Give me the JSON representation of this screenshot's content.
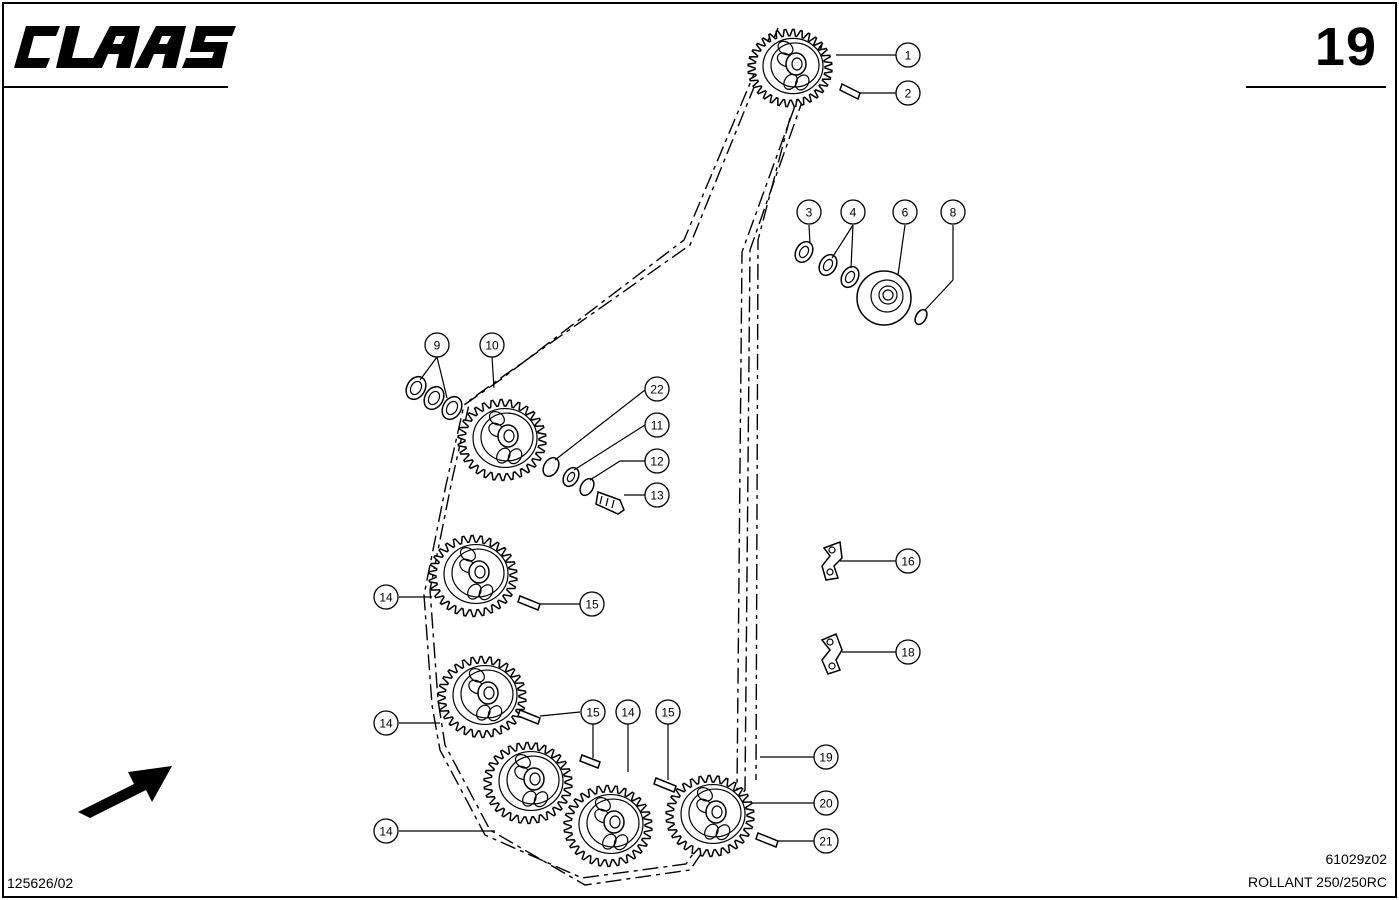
{
  "header": {
    "brand_logo_text": "CLAAS",
    "page_number": "19"
  },
  "footer": {
    "left_code": "125626/02",
    "right_code": "61029z02",
    "model": "ROLLANT 250/250RC"
  },
  "callouts": [
    {
      "id": "c1",
      "label": "1"
    },
    {
      "id": "c2",
      "label": "2"
    },
    {
      "id": "c3",
      "label": "3"
    },
    {
      "id": "c4",
      "label": "4"
    },
    {
      "id": "c6",
      "label": "6"
    },
    {
      "id": "c8",
      "label": "8"
    },
    {
      "id": "c9",
      "label": "9"
    },
    {
      "id": "c10",
      "label": "10"
    },
    {
      "id": "c22",
      "label": "22"
    },
    {
      "id": "c11",
      "label": "11"
    },
    {
      "id": "c12",
      "label": "12"
    },
    {
      "id": "c13",
      "label": "13"
    },
    {
      "id": "c14a",
      "label": "14"
    },
    {
      "id": "c15a",
      "label": "15"
    },
    {
      "id": "c16",
      "label": "16"
    },
    {
      "id": "c18",
      "label": "18"
    },
    {
      "id": "c14b",
      "label": "14"
    },
    {
      "id": "c15b",
      "label": "15"
    },
    {
      "id": "c14c",
      "label": "14"
    },
    {
      "id": "c15c",
      "label": "15"
    },
    {
      "id": "c19",
      "label": "19"
    },
    {
      "id": "c20",
      "label": "20"
    },
    {
      "id": "c14d",
      "label": "14"
    },
    {
      "id": "c21",
      "label": "21"
    }
  ]
}
